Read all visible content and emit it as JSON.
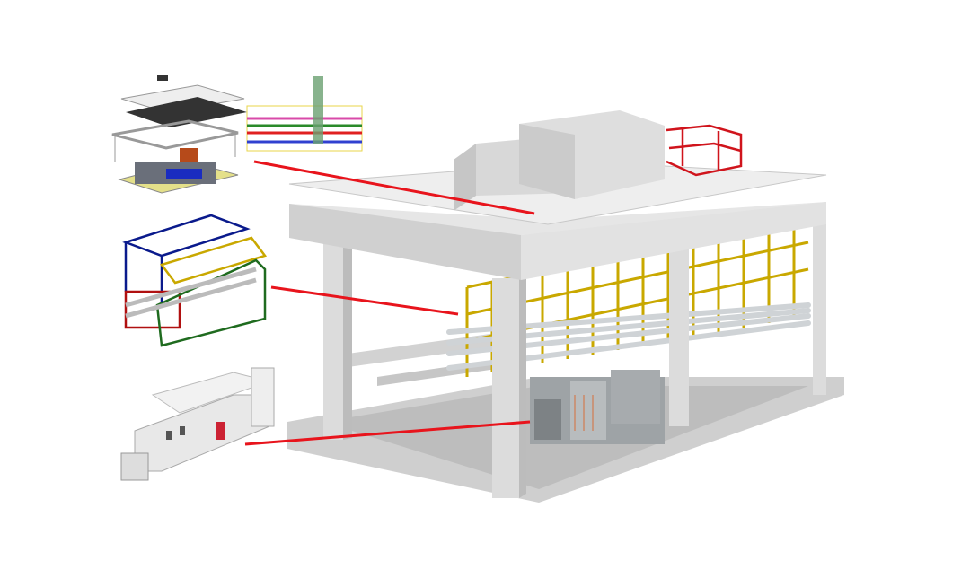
{
  "colors": {
    "callout_line": "#e8141c",
    "structure": "#d9d9d9",
    "structure_shade": "#b9b9b9",
    "ground": "#c8c8c8",
    "rack_frame": "#c9a800",
    "pipe": "#cfd3d6",
    "railing": "#d0141c",
    "frame_blue": "#0a1a8c",
    "frame_red": "#b01010",
    "frame_green": "#1f6b1f",
    "base_plate": "#e4e08a"
  },
  "callouts": [
    {
      "from": "top-detail",
      "to": "roof-level"
    },
    {
      "from": "rack-detail",
      "to": "pipe-rack-level"
    },
    {
      "from": "equipment-detail",
      "to": "ground-level-equipment"
    }
  ]
}
